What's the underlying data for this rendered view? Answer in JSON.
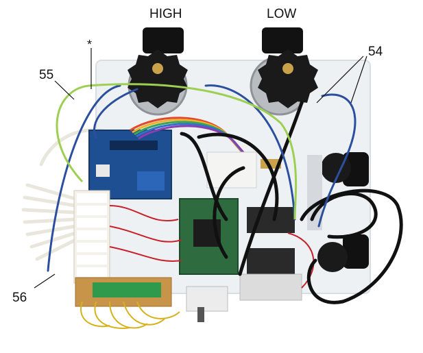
{
  "labels": {
    "high": "HIGH",
    "low": "LOW",
    "asterisk": "*",
    "ref_55": "55",
    "ref_54": "54",
    "ref_56": "56"
  },
  "colors": {
    "background": "#ffffff",
    "acrylic_plate": "#eef1f3",
    "knob": "#1a1a1a",
    "regulator_body": "#b9bcc0",
    "pcb_blue": "#1f4f93",
    "pcb_green": "#2e6b3f",
    "tube_black": "#111111",
    "tube_blue": "#2b4f9e",
    "tube_green": "#9ccf52",
    "tube_white": "#f1efe6",
    "wire_red": "#c8202a",
    "wire_yellow": "#d6b21a",
    "ribbon": [
      "#e04a2a",
      "#f0b030",
      "#3aa655",
      "#3570c8",
      "#8a3fb0"
    ],
    "terminal_green": "#2f9a4c"
  }
}
